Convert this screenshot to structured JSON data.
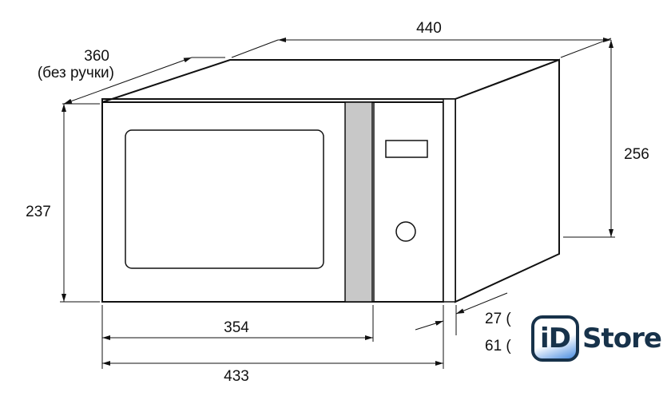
{
  "dimensions": {
    "width_total": "440",
    "depth": "360",
    "depth_note": "(без ручки)",
    "height_total": "256",
    "height_front": "237",
    "door_width": "354",
    "front_width": "433",
    "offset_1": "27 (",
    "offset_2": "61 ("
  },
  "logo": {
    "mark": "iD",
    "name": "Store"
  },
  "colors": {
    "line": "#111111",
    "stripe": "#c8c8c8",
    "logo_dark": "#17324a",
    "logo_blue": "#4a8de0"
  }
}
